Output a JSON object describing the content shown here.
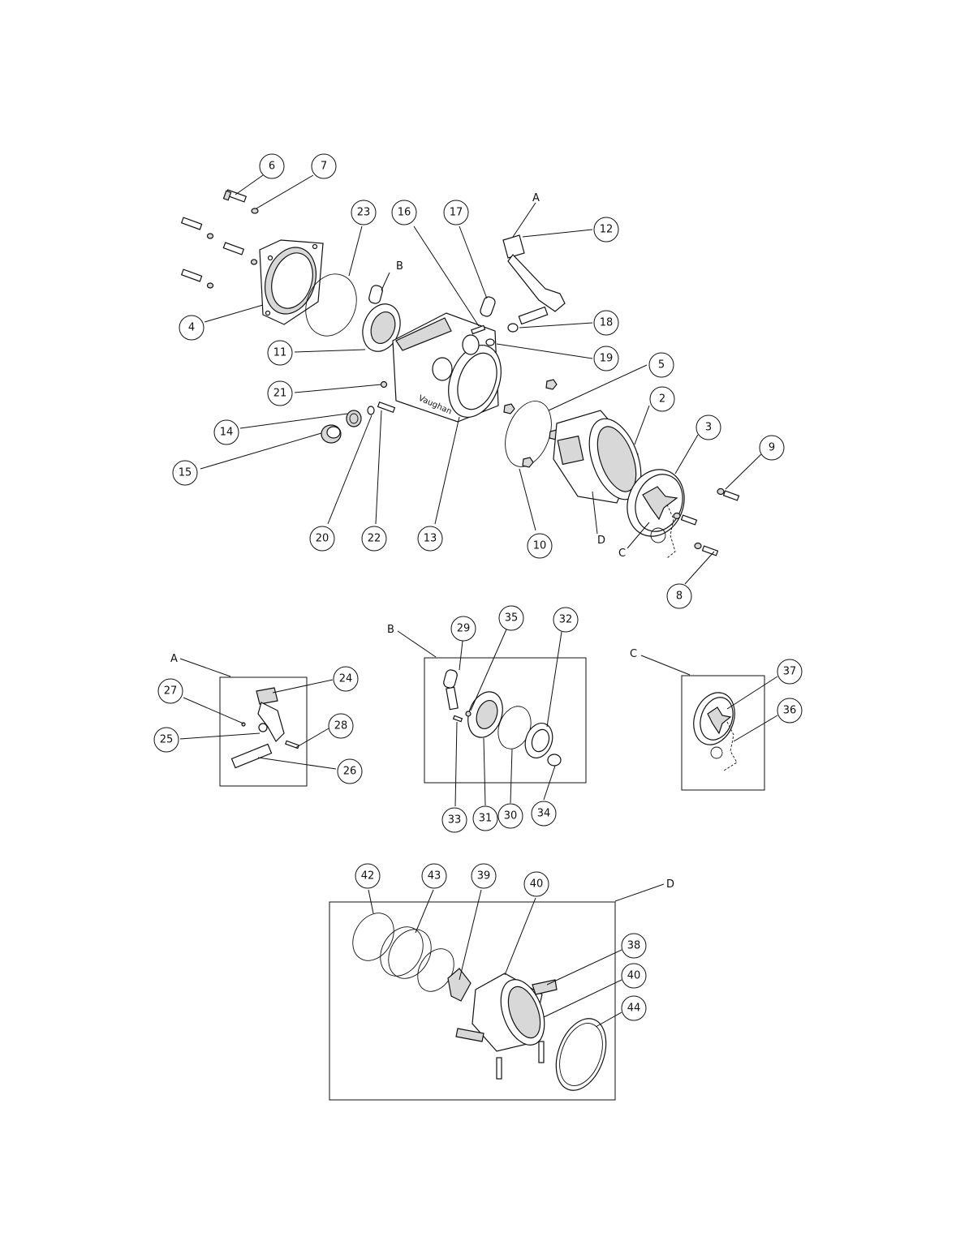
{
  "main_view": {
    "balloons": [
      "6",
      "7",
      "23",
      "16",
      "17",
      "12",
      "18",
      "19",
      "5",
      "2",
      "3",
      "9",
      "4",
      "11",
      "21",
      "14",
      "15",
      "20",
      "22",
      "13",
      "10",
      "8"
    ],
    "detail_refs": [
      "A",
      "B",
      "C",
      "D"
    ]
  },
  "detail_a": {
    "label": "A",
    "balloons": [
      "24",
      "27",
      "25",
      "28",
      "26"
    ]
  },
  "detail_b": {
    "label": "B",
    "balloons": [
      "29",
      "35",
      "32",
      "33",
      "31",
      "30",
      "34"
    ]
  },
  "detail_c": {
    "label": "C",
    "balloons": [
      "37",
      "36"
    ]
  },
  "detail_d": {
    "label": "D",
    "balloons": [
      "42",
      "43",
      "39",
      "40",
      "38",
      "40",
      "44"
    ]
  },
  "body_casting_text": "Vaughan"
}
